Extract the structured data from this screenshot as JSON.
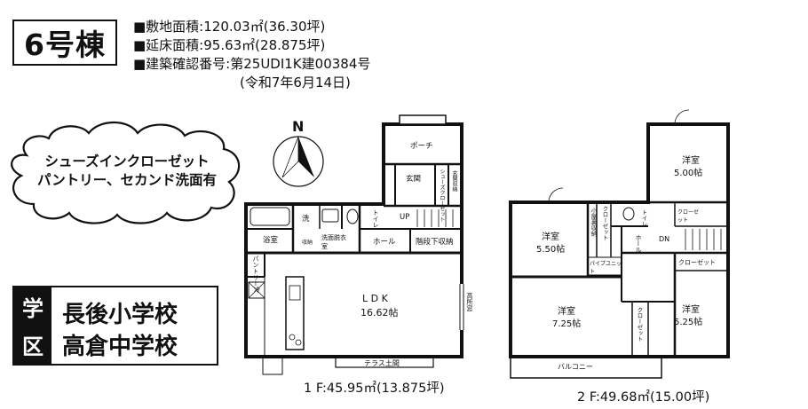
{
  "house": {
    "label": "6号棟"
  },
  "specs": {
    "site_area": "■敷地面積:120.03㎡(36.30坪)",
    "floor_area": "■延床面積:95.63㎡(28.875坪)",
    "permit_no": "■建築確認番号:第25UDI1K建00384号",
    "permit_date": "(令和7年6月14日)"
  },
  "compass": {
    "label": "N"
  },
  "cloud": {
    "line1": "シューズインクローゼット",
    "line2": "パントリー、セカンド洗面有"
  },
  "school": {
    "tag1": "学",
    "tag2": "区",
    "elementary": "長後小学校",
    "junior_high": "高倉中学校"
  },
  "floor1": {
    "porch": "ポーチ",
    "genkan": "玄関",
    "shoes_closet": "シューズクローゼット",
    "storage": "玄関収納",
    "wash": "洗",
    "toilet": "トイレ",
    "up": "UP",
    "bath": "浴室",
    "washroom": "洗面脱衣室",
    "storage2": "収納",
    "hall": "ホール",
    "under_stairs": "階段下収納",
    "pantry": "パントリー",
    "fridge": "冷",
    "ldk": "L D K",
    "ldk_size": "16.62帖",
    "high_window": "高所窓",
    "terrace": "テラス土間",
    "area": "1 F:45.95㎡(13.875坪)"
  },
  "floor2": {
    "room_a": "洋室",
    "room_a_size": "5.00帖",
    "room_b": "洋室",
    "room_b_size": "5.50帖",
    "room_c": "洋室",
    "room_c_size": "7.25帖",
    "room_d": "洋室",
    "room_d_size": "5.25帖",
    "attic": "小屋裏収納",
    "closet": "クローゼット",
    "toilet": "トイレ",
    "hall": "ホール",
    "dn": "DN",
    "pipe": "パイプユニット",
    "balcony": "バルコニー",
    "area": "2 F:49.68㎡(15.00坪)"
  }
}
